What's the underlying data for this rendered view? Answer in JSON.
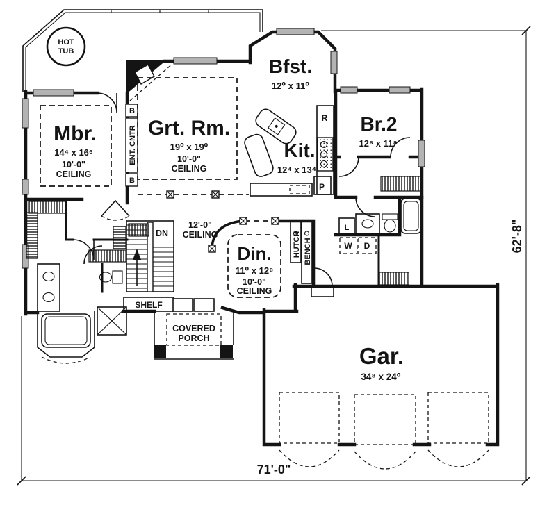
{
  "plan_type": "house-floor-plan",
  "rooms": {
    "mbr": {
      "name": "Mbr.",
      "dims": "14⁴ x 16⁶",
      "ceiling_a": "10'-0\"",
      "ceiling_b": "CEILING"
    },
    "grt": {
      "name": "Grt. Rm.",
      "dims": "19⁰ x 19⁰",
      "ceiling_a": "10'-0\"",
      "ceiling_b": "CEILING"
    },
    "bfst": {
      "name": "Bfst.",
      "dims": "12⁰ x 11⁰"
    },
    "kit": {
      "name": "Kit.",
      "dims": "12⁴ x 13⁴"
    },
    "br2": {
      "name": "Br.2",
      "dims": "12⁸ x 11⁸"
    },
    "din": {
      "name": "Din.",
      "dims": "11⁰ x 12⁸",
      "ceiling_a": "10'-0\"",
      "ceiling_b": "CEILING"
    },
    "gar": {
      "name": "Gar.",
      "dims": "34⁸ x 24⁰"
    }
  },
  "labels": {
    "hot_tub_line1": "HOT",
    "hot_tub_line2": "TUB",
    "ent_cntr": "ENT. CNTR",
    "b_upper": "B",
    "b_lower": "B",
    "dn": "DN",
    "foyer_ceiling_a": "12'-0\"",
    "foyer_ceiling_b": "CEILING",
    "shelf": "SHELF",
    "hutch": "HUTCH",
    "bench": "BENCH",
    "porch_line1": "COVERED",
    "porch_line2": "PORCH",
    "refrigerator": "R",
    "pantry": "P",
    "linen": "L",
    "washer": "W",
    "dryer": "D"
  },
  "dimensions": {
    "overall_width": "71'-0\"",
    "overall_depth": "62'-8\""
  },
  "colors": {
    "line": "#141414",
    "window_fill": "#b3b3b3",
    "background": "#ffffff"
  }
}
